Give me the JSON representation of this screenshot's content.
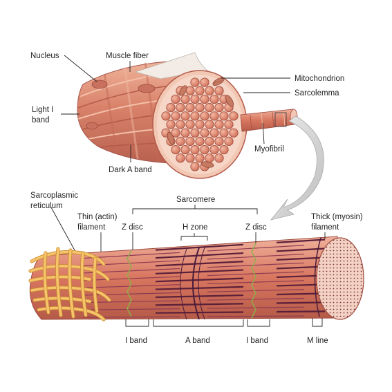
{
  "labels": {
    "nucleus": "Nucleus",
    "muscle_fiber": "Muscle fiber",
    "mitochondrion": "Mitochondrion",
    "sarcolemma": "Sarcolemma",
    "light_i_band_1": "Light I",
    "light_i_band_2": "band",
    "myofibril": "Myofibril",
    "dark_a_band": "Dark A band",
    "sarcoplasmic_reticulum_1": "Sarcoplasmic",
    "sarcoplasmic_reticulum_2": "reticulum",
    "sarcomere": "Sarcomere",
    "thin_filament_1": "Thin (actin)",
    "thin_filament_2": "filament",
    "thick_filament_1": "Thick (myosin)",
    "thick_filament_2": "filament",
    "z_disc_left": "Z disc",
    "h_zone": "H zone",
    "z_disc_right": "Z disc",
    "i_band_left": "I band",
    "a_band": "A band",
    "i_band_right": "I band",
    "m_line": "M line"
  },
  "colors": {
    "fiber_body": "#d9826a",
    "fiber_light": "#eaa58c",
    "fiber_dark": "#b4584a",
    "myofibril_fill": "#e8937a",
    "myofibril_edge": "#9c4a3e",
    "filament_dark": "#5a1f3a",
    "reticulum": "#f6c46a",
    "arrow_gray": "#d0d0d0"
  }
}
